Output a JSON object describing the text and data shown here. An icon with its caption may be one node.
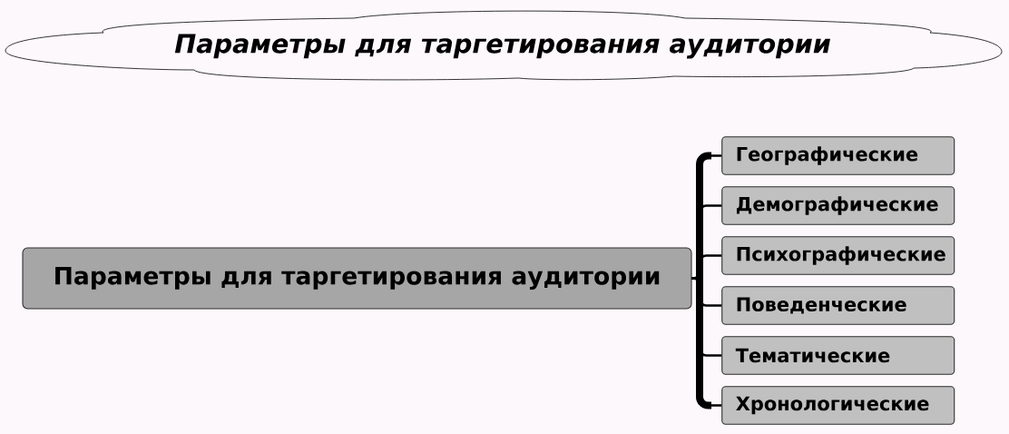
{
  "diagram": {
    "nodes": [
      {
        "text": [
          "Параметры для таргетирования аудитории"
        ]
      },
      {
        "text": [
          "Параметры для таргетирования аудитории"
        ]
      },
      {
        "text": [
          "Географические"
        ]
      },
      {
        "text": [
          "Демографические"
        ]
      },
      {
        "text": [
          "Психографические"
        ]
      },
      {
        "text": [
          "Поведенческие"
        ]
      },
      {
        "text": [
          "Тематические"
        ]
      },
      {
        "text": [
          "Хронологические"
        ]
      }
    ],
    "edges": [
      {
        "from": 1,
        "to": 2,
        "arrow": "none"
      },
      {
        "from": 1,
        "to": 3,
        "arrow": "none"
      },
      {
        "from": 1,
        "to": 4,
        "arrow": "none"
      },
      {
        "from": 1,
        "to": 5,
        "arrow": "none"
      },
      {
        "from": 1,
        "to": 6,
        "arrow": "none"
      },
      {
        "from": 1,
        "to": 7,
        "arrow": "none"
      }
    ]
  }
}
